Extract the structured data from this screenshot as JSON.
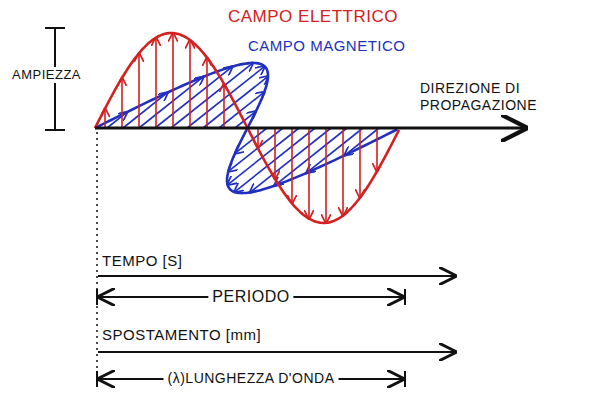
{
  "diagram": {
    "labels": [
      "CAMPO ELETTRICO",
      "CAMPO MAGNETICO",
      "AMPIEZZA",
      "DIREZIONE DI PROPAGAZIONE",
      "TEMPO [S]",
      "PERIODO",
      "SPOSTAMENTO [mm]",
      "(λ)LUNGHEZZA D'ONDA"
    ]
  }
}
